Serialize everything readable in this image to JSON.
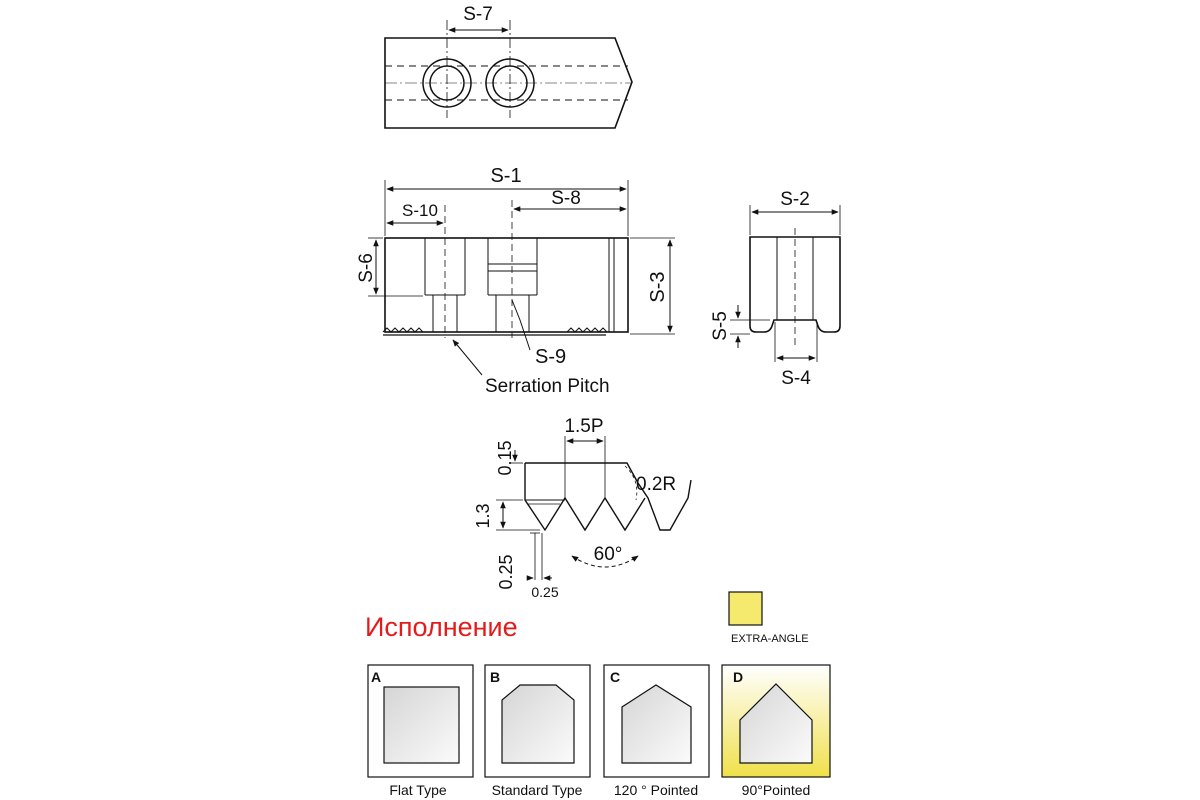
{
  "top_view": {
    "label_s7": "S-7"
  },
  "side_view": {
    "label_s1": "S-1",
    "label_s10": "S-10",
    "label_s8": "S-8",
    "label_s6": "S-6",
    "label_s3": "S-3",
    "label_s9": "S-9",
    "label_serration": "Serration Pitch"
  },
  "end_view": {
    "label_s2": "S-2",
    "label_s5": "S-5",
    "label_s4": "S-4"
  },
  "serration_detail": {
    "label_pitch": "1.5P",
    "label_top": "0.15",
    "label_radius": "0.2R",
    "label_depth": "1.3",
    "label_bottom": "0.25",
    "label_offset": "0.25",
    "label_angle": "60°"
  },
  "legend": {
    "heading": "Исполнение",
    "extra_angle_label": "EXTRA-ANGLE",
    "extra_angle_color": "#f5ea6e",
    "types": [
      {
        "letter": "A",
        "name": "Flat Type"
      },
      {
        "letter": "B",
        "name": "Standard Type"
      },
      {
        "letter": "C",
        "name": "120 ° Pointed"
      },
      {
        "letter": "D",
        "name": "90°Pointed"
      }
    ]
  }
}
